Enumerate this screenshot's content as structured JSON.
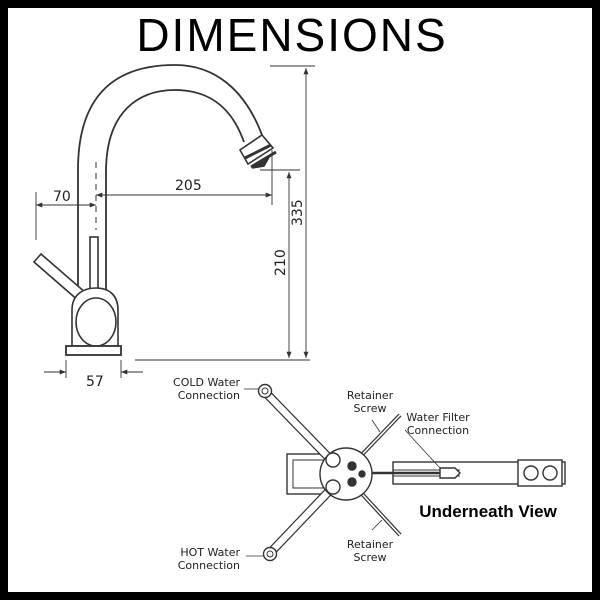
{
  "title": "DIMENSIONS",
  "dimensions": {
    "handle_offset": "70",
    "reach": "205",
    "spout_height": "210",
    "total_height": "335",
    "base_diameter": "57"
  },
  "underneath": {
    "view_title": "Underneath View",
    "cold_label": [
      "COLD Water",
      "Connection"
    ],
    "hot_label": [
      "HOT Water",
      "Connection"
    ],
    "retainer_top": [
      "Retainer",
      "Screw"
    ],
    "retainer_bottom": [
      "Retainer",
      "Screw"
    ],
    "filter_label": [
      "Water Filter",
      "Connection"
    ]
  }
}
